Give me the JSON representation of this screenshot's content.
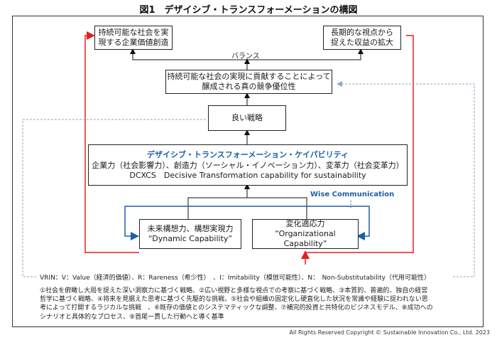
{
  "title": "図1　デザイシブ・トランスフォーメーションの構図",
  "top_left_box": {
    "line1": "持続可能な社会を実",
    "line2": "現する企業価値創造"
  },
  "top_right_box": {
    "line1": "長期的な視点から",
    "line2": "捉えた収益の拡大"
  },
  "balance_label": "バランス",
  "advantage_box": {
    "line1": "持続可能な社会の実現に貢献することによって",
    "line2": "醸成される真の競争優位性"
  },
  "strategy_box": {
    "label": "良い戦略"
  },
  "core_box": {
    "title": "デザイシブ・トランスフォーメーション・ケイパビリティ",
    "line2": "企業力（社会影響力）、創造力（ソーシャル・イノベーション力）、変革力（社会変革力）",
    "line3": "DCXCS　Decisive Transformation capability for sustainability"
  },
  "wise_label": "Wise Communication",
  "dynamic_box": {
    "line1": "未来構想力、構想実現力",
    "line2": "“Dynamic Capability”"
  },
  "org_box": {
    "line1": "変化適応力",
    "line2": "“Organizational Capability”"
  },
  "vrin": "VRIN：V：Value（経済的価値）、R：Rareness（希少性）　、I：Imitability（模倣可能性）、N：　Non-Substitutability（代用可能性）",
  "notes": {
    "line1": "①社会を俯瞰し大局を捉えた深い洞察力に基づく戦略、②広い視野と多様な視点での考察に基づく戦略、③本質的、普遍的、独自の経営",
    "line2": "哲学に基づく戦略、④将来を見据えた思考に基づく先駆的な挑戦、⑤社会や組織の固定化し硬直化した状況を常識や経験に捉われない思",
    "line3": "考によって打開するラジカルな挑戦　、⑥既存の価値とのシステマティックな調整、⑦補完的投資と共特化のビジネスモデル、⑧成功への",
    "line4": "シナリオと具体的なプロセス、⑨首尾一貫した行動へと導く基準"
  },
  "copyright": "All Rights Reserved Copyright © Sustainable Innovation Co., Ltd. 2023",
  "colors": {
    "red_line": "#e02020",
    "blue_line": "#1f5fa8",
    "dashed_line": "#8aa9c8",
    "black_line": "#111111"
  }
}
